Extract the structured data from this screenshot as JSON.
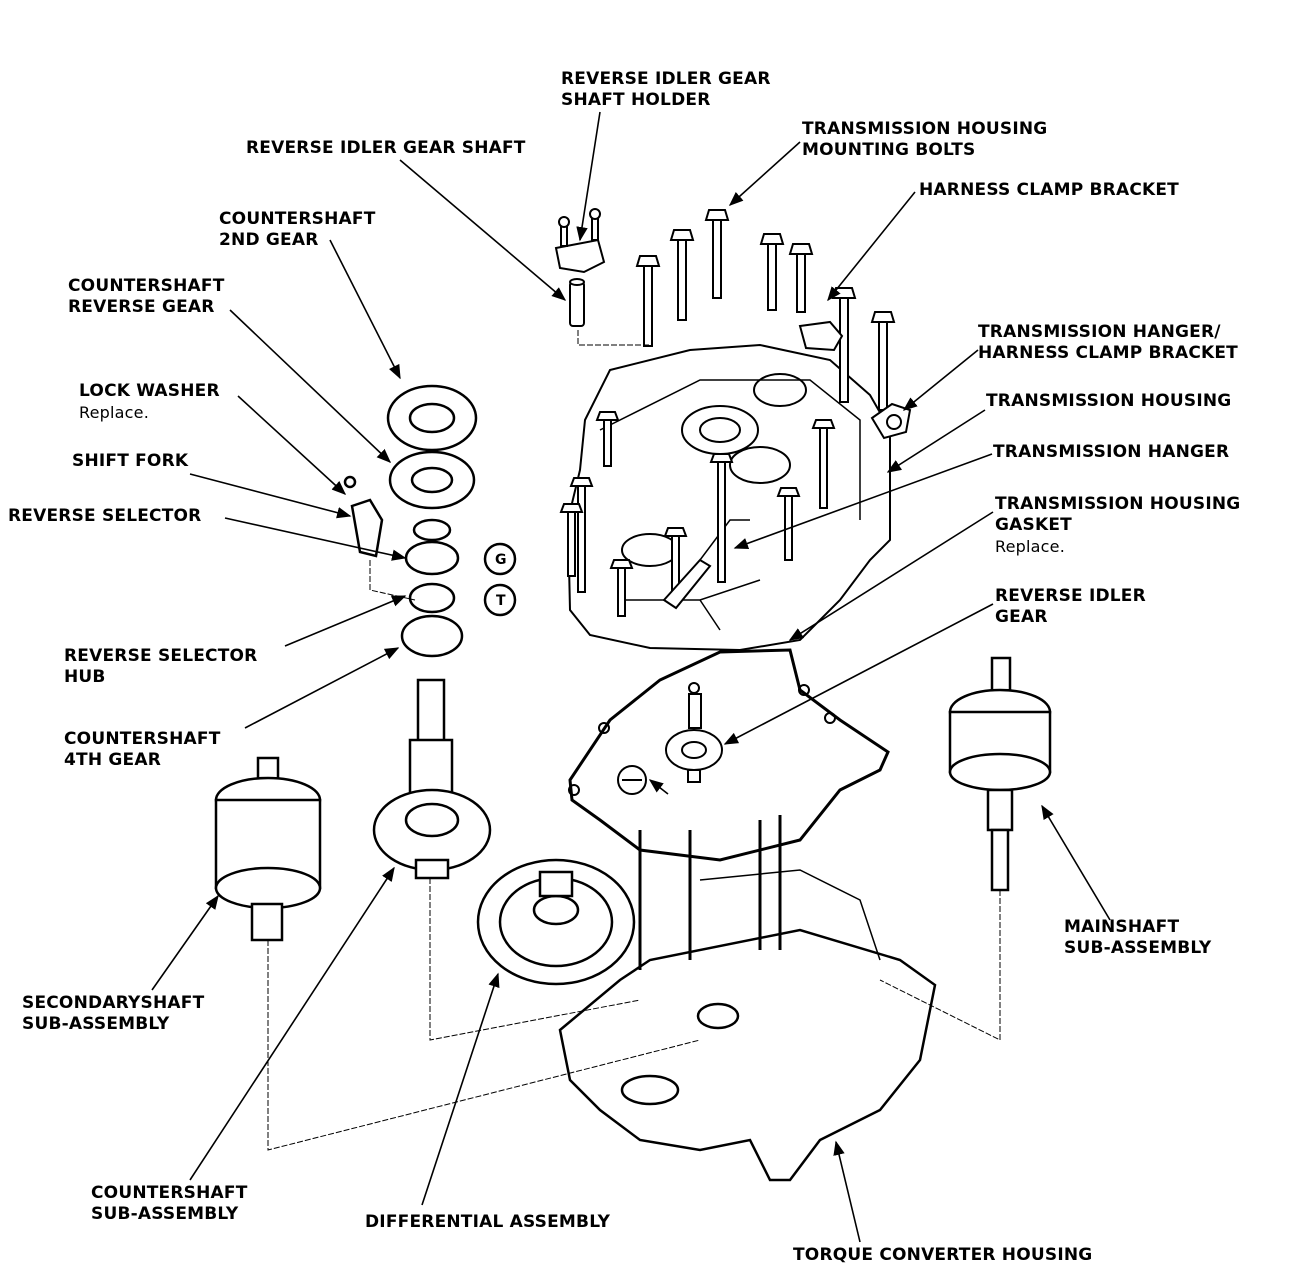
{
  "colors": {
    "ink": "#000000",
    "paper": "#ffffff"
  },
  "labels": {
    "reverse_idler_gear_shaft_holder": [
      "REVERSE IDLER GEAR",
      "SHAFT HOLDER"
    ],
    "transmission_housing_mounting_bolts": [
      "TRANSMISSION HOUSING",
      "MOUNTING BOLTS"
    ],
    "reverse_idler_gear_shaft": [
      "REVERSE IDLER GEAR SHAFT"
    ],
    "harness_clamp_bracket": [
      "HARNESS CLAMP BRACKET"
    ],
    "countershaft_2nd_gear": [
      "COUNTERSHAFT",
      "2ND GEAR"
    ],
    "countershaft_reverse_gear": [
      "COUNTERSHAFT",
      "REVERSE GEAR"
    ],
    "transmission_hanger_harness_clamp_bracket": [
      "TRANSMISSION HANGER/",
      "HARNESS CLAMP BRACKET"
    ],
    "lock_washer": [
      "LOCK WASHER"
    ],
    "lock_washer_note": "Replace.",
    "transmission_housing": [
      "TRANSMISSION HOUSING"
    ],
    "shift_fork": [
      "SHIFT FORK"
    ],
    "transmission_hanger": [
      "TRANSMISSION HANGER"
    ],
    "reverse_selector": [
      "REVERSE SELECTOR"
    ],
    "transmission_housing_gasket": [
      "TRANSMISSION HOUSING",
      "GASKET"
    ],
    "gasket_note": "Replace.",
    "reverse_idler_gear": [
      "REVERSE IDLER",
      "GEAR"
    ],
    "reverse_selector_hub": [
      "REVERSE SELECTOR",
      "HUB"
    ],
    "countershaft_4th_gear": [
      "COUNTERSHAFT",
      "4TH GEAR"
    ],
    "mainshaft_sub_assembly": [
      "MAINSHAFT",
      "SUB-ASSEMBLY"
    ],
    "secondaryshaft_sub_assembly": [
      "SECONDARYSHAFT",
      "SUB-ASSEMBLY"
    ],
    "countershaft_sub_assembly": [
      "COUNTERSHAFT",
      "SUB-ASSEMBLY"
    ],
    "differential_assembly": [
      "DIFFERENTIAL ASSEMBLY"
    ],
    "torque_converter_housing": [
      "TORQUE CONVERTER HOUSING"
    ]
  },
  "symbols": {
    "grease_small": "G",
    "grease_large": "T"
  }
}
